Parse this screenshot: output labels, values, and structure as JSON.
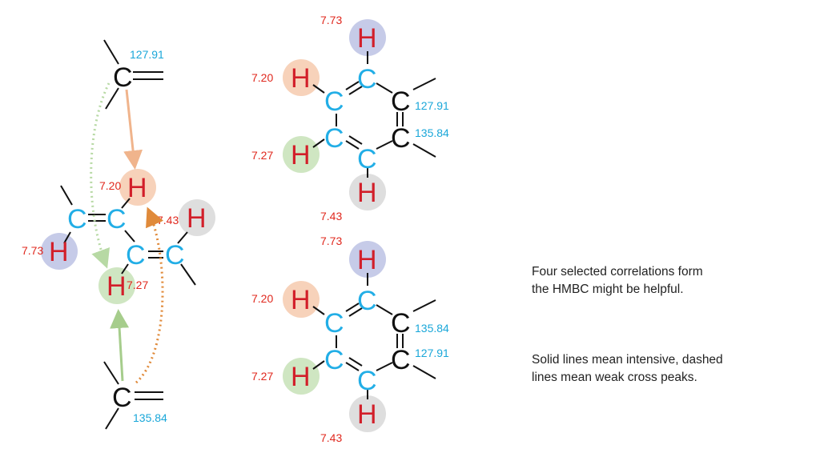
{
  "atoms": {
    "carbon": "C",
    "hydrogen": "H"
  },
  "colors": {
    "proton_shift": "#e0281e",
    "carbon_shift": "#1aa7d9",
    "circle_blue": "#c6cbe8",
    "circle_orange": "#f7d2ba",
    "circle_green": "#cfe6c2",
    "circle_gray": "#dedede",
    "arrow_orange": "#f0b48c",
    "arrow_green": "#a6cd8c",
    "arrow_dotted_green": "#b7d9a4",
    "arrow_dotted_orange": "#e08a3a"
  },
  "left_panel": {
    "top_carbon_shift": "127.91",
    "bottom_carbon_shift": "135.84",
    "h_orange_shift": "7.20",
    "h_gray_shift": "7.43",
    "h_blue_shift": "7.73",
    "h_green_shift": "7.27"
  },
  "ring_top": {
    "h_top_shift": "7.73",
    "h_upper_left_shift": "7.20",
    "h_lower_left_shift": "7.27",
    "h_bottom_shift": "7.43",
    "c_upper_right_shift": "127.91",
    "c_lower_right_shift": "135.84"
  },
  "ring_bottom": {
    "h_top_shift": "7.73",
    "h_upper_left_shift": "7.20",
    "h_lower_left_shift": "7.27",
    "h_bottom_shift": "7.43",
    "c_upper_right_shift": "135.84",
    "c_lower_right_shift": "127.91"
  },
  "notes": {
    "line1": "Four selected correlations form",
    "line2": "the HMBC might be helpful.",
    "line3": "Solid lines mean intensive, dashed",
    "line4": "lines mean weak cross peaks."
  }
}
